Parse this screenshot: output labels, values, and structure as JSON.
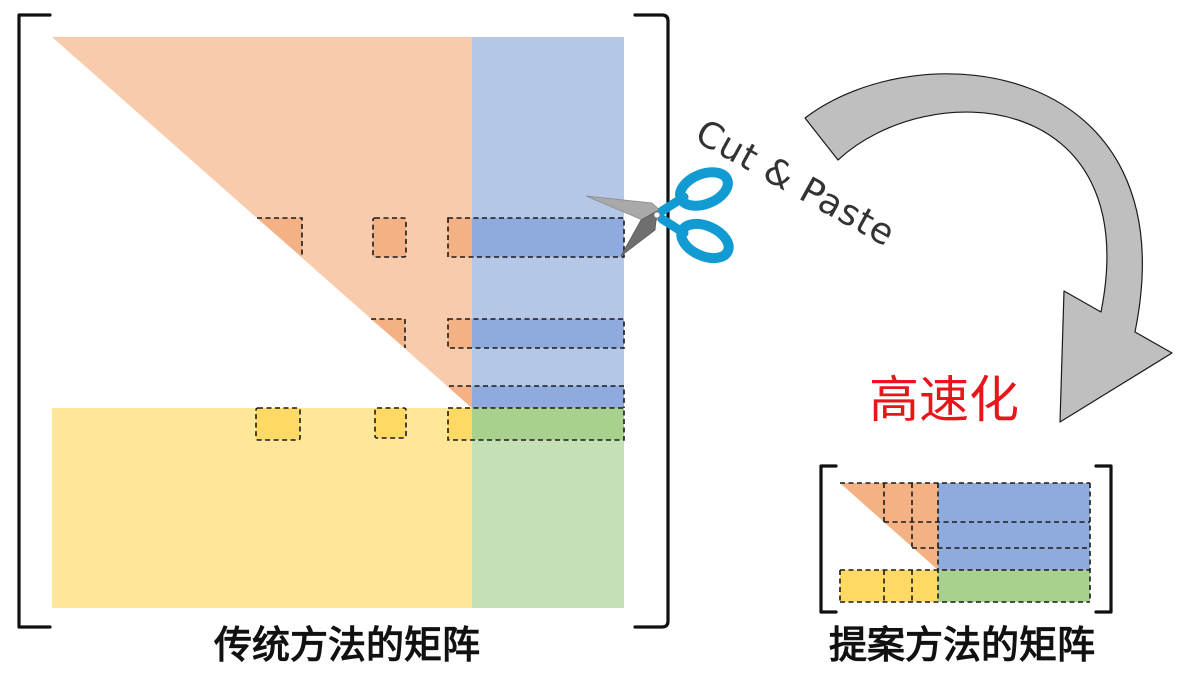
{
  "traditional": {
    "label": "传统方法的矩阵"
  },
  "proposed": {
    "label": "提案方法的矩阵"
  },
  "operation": {
    "label": "Cut & Paste",
    "icon": "scissors-icon"
  },
  "result": {
    "label": "高速化",
    "icon": "curved-arrow-icon"
  },
  "colors": {
    "orange-light": "#f8cbad",
    "orange-dark": "#f4b183",
    "blue-light": "#b4c7e7",
    "blue-dark": "#8faadc",
    "yellow-light": "#ffe699",
    "yellow-dark": "#ffd966",
    "green-light": "#c5e0b4",
    "green-dark": "#a9d18e",
    "accent": "#e8151b",
    "arrow": "#bfbfbf",
    "handle": "#119bd2"
  }
}
